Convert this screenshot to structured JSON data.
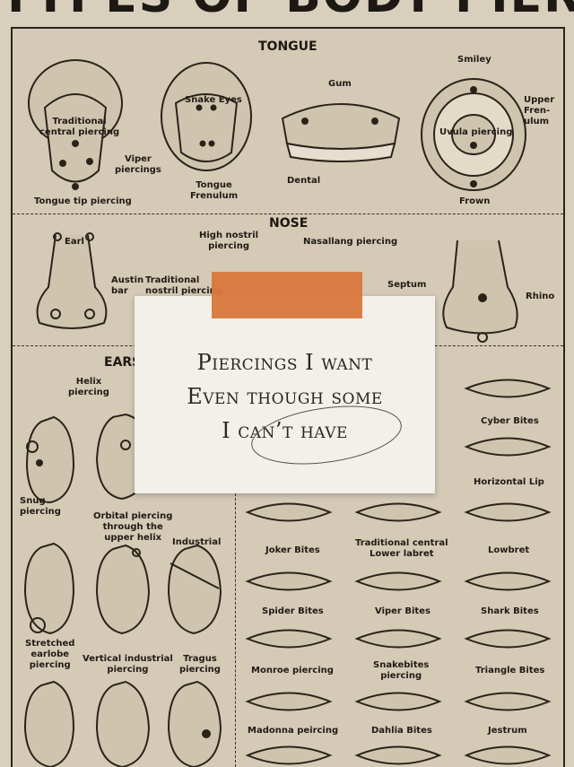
{
  "title": "TYPES OF BODY PIERCINGS",
  "sections": {
    "tongue": "TONGUE",
    "nose": "NOSE",
    "ears": "EARS"
  },
  "tongue_labels": {
    "traditional": "Traditional\ncentral piercing",
    "viper": "Viper\npiercings",
    "tip": "Tongue tip piercing",
    "snake_eyes": "Snake Eyes",
    "frenulum": "Tongue\nFrenulum",
    "gum": "Gum",
    "dental": "Dental",
    "smiley": "Smiley",
    "upper_frenulum": "Upper\nFren-\nulum",
    "uvula": "Uvula piercing",
    "frown": "Frown"
  },
  "nose_labels": {
    "earl": "Earl",
    "high_nostril": "High nostril\npiercing",
    "nasallang": "Nasallang piercing",
    "austin_bar": "Austin\nbar",
    "traditional": "Traditional\nnostril piercing",
    "septum": "Septum",
    "rhino": "Rhino"
  },
  "ear_labels": {
    "helix": "Helix\npiercing",
    "snug": "Snug\npiercing",
    "orbital": "Orbital piercing\nthrough the\nupper helix",
    "industrial": "Industrial",
    "stretched": "Stretched\nearlobe\npiercing",
    "vertical_industrial": "Vertical industrial\npiercing",
    "tragus": "Tragus\npiercing"
  },
  "lip_labels": {
    "cyber_bites": "Cyber Bites",
    "horizontal_lip": "Horizontal Lip",
    "joker_bites": "Joker Bites",
    "traditional_lower": "Traditional central\nLower labret",
    "lowbret": "Lowbret",
    "spider_bites": "Spider Bites",
    "viper_bites": "Viper Bites",
    "shark_bites": "Shark Bites",
    "monroe": "Monroe piercing",
    "snakebites": "Snakebites\npiercing",
    "triangle_bites": "Triangle Bites",
    "madonna": "Madonna peircing",
    "dahlia": "Dahlia Bites",
    "jestrum": "Jestrum"
  },
  "note": {
    "line1": "Piercings I want",
    "line2": "Even though some",
    "line3": "I can’t have"
  },
  "colors": {
    "paper": "#d4cab6",
    "ink": "#1e1a14",
    "tape": "#d9773d",
    "note": "#f3f0ea"
  }
}
